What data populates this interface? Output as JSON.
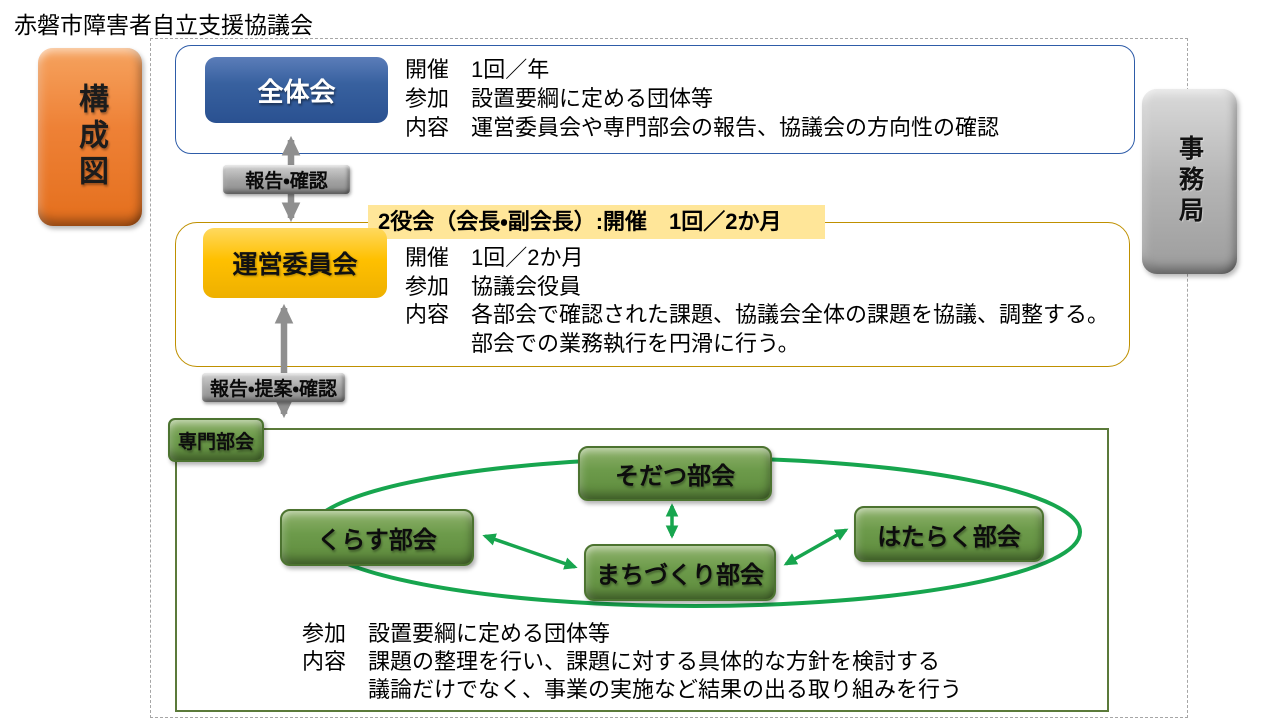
{
  "page_title": "赤磐市障害者自立支援協議会",
  "frame_labels": {
    "left_box": "構成図",
    "right_box": "事務局"
  },
  "general_meeting": {
    "box_label": "全体会",
    "lines": [
      "開催　1回／年",
      "参加　設置要綱に定める団体等",
      "内容　運営委員会や専門部会の報告、協議会の方向性の確認"
    ]
  },
  "arrows": {
    "general_steering_label": "報告・確認",
    "steering_subcommittee_label": "報告・提案・確認"
  },
  "steering_committee": {
    "banner": "2役会（会長・副会長）:開催　1回／2か月",
    "box_label": "運営委員会",
    "lines": [
      "開催　1回／2か月",
      "参加　協議会役員",
      "内容　各部会で確認された課題、協議会全体の課題を協議、調整する。",
      "部会での業務執行を円滑に行う。"
    ]
  },
  "subcommittee_section": {
    "tag_label": "専門部会",
    "boxes": [
      "そだつ部会",
      "くらす部会",
      "まちづくり部会",
      "はたらく部会"
    ],
    "lines": [
      "参加　設置要綱に定める団体等",
      "内容　課題の整理を行い、課題に対する具体的な方針を検討する",
      "議論だけでなく、事業の実施など結果の出る取り組みを行う"
    ]
  },
  "colors": {
    "orange_box": "#ED7D31",
    "blue_box": "#2F5597",
    "gold_box": "#FFC000",
    "gray_box": "#ACACAC",
    "green_box": "#6D9B4B",
    "green_line": "#17A54E",
    "gray_arrow": "#8F8F8F",
    "banner_bg": "#FFE699",
    "blue_container_border": "#2E5CA8",
    "gold_container_border": "#BF9000",
    "green_frame_border": "#5B7A3A"
  }
}
